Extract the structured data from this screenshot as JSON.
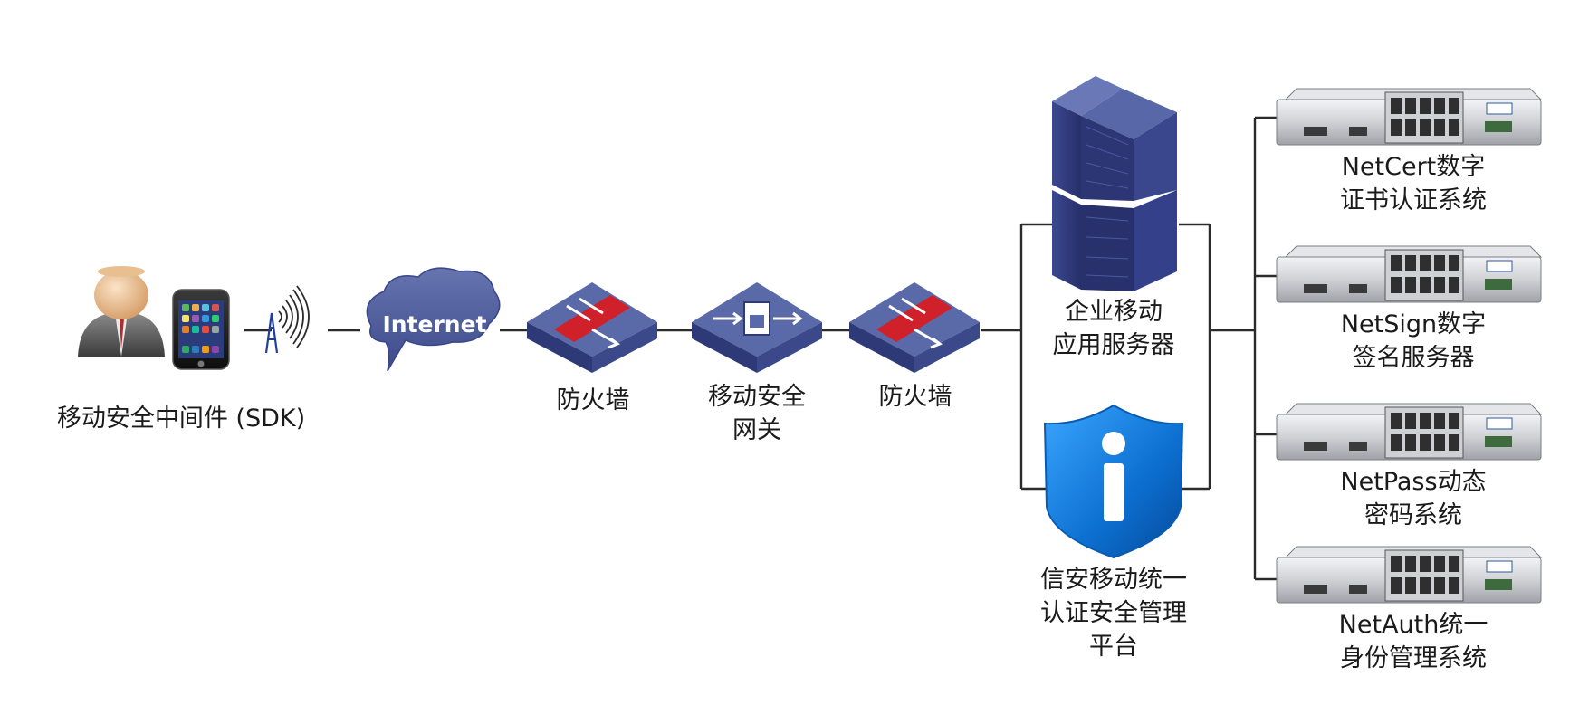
{
  "labels": {
    "sdk": "移动安全中间件 (SDK)",
    "internet": "Internet",
    "firewall_left": "防火墙",
    "gateway": [
      "移动安全",
      "网关"
    ],
    "firewall_right": "防火墙",
    "app_server": [
      "企业移动",
      "应用服务器"
    ],
    "auth_platform": [
      "信安移动统一",
      "认证安全管理",
      "平台"
    ],
    "netcert": [
      "NetCert数字",
      "证书认证系统"
    ],
    "netsign": [
      "NetSign数字",
      "签名服务器"
    ],
    "netpass": [
      "NetPass动态",
      "密码系统"
    ],
    "netauth": [
      "NetAuth统一",
      "身份管理系统"
    ]
  },
  "colors": {
    "line": "#2b2b2b",
    "device_top": "#5a6aa8",
    "device_side": "#2e3a78",
    "firewall_band": "#d0202a",
    "cloud": "#4e5e9c",
    "server_face": "#2f3a7c",
    "shield": "#1479d6",
    "rack": "#d9dadc"
  },
  "icons": {
    "user": "user-icon",
    "phone": "phone-icon",
    "antenna": "antenna-icon",
    "cloud": "cloud-icon",
    "firewall": "firewall-icon",
    "gateway": "gateway-icon",
    "server": "server-tower-icon",
    "shield": "info-shield-icon",
    "rack": "rack-server-icon"
  }
}
